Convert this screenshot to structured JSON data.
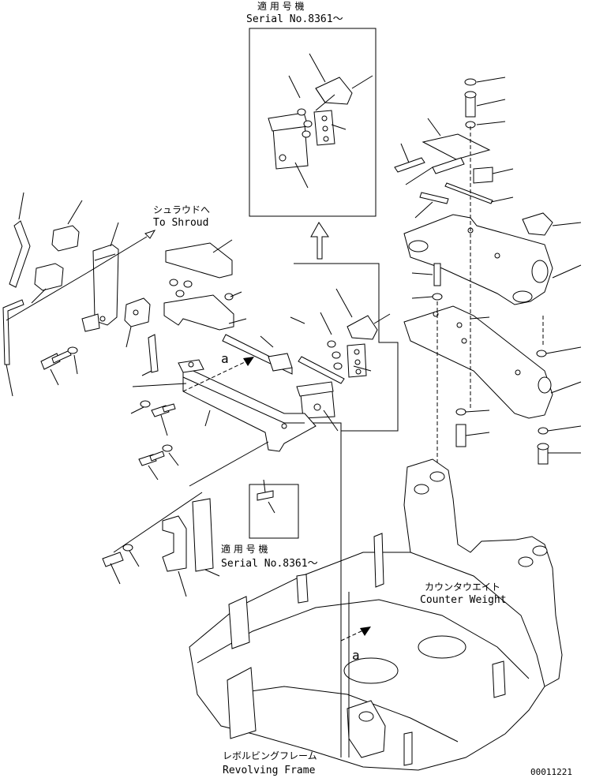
{
  "labels": {
    "serial_top_jp": "適 用 号 機",
    "serial_top": "Serial No.8361～",
    "to_shroud_jp": "シュラウドへ",
    "to_shroud": "To Shroud",
    "serial_mid_jp": "適 用 号 機",
    "serial_mid": "Serial No.8361～",
    "counter_weight_jp": "カウンタウエイト",
    "counter_weight": "Counter Weight",
    "revolving_frame_jp": "レボルビングフレーム",
    "revolving_frame": "Revolving Frame",
    "view_a1": "a",
    "view_a2": "a",
    "doc_number": "00011221"
  }
}
